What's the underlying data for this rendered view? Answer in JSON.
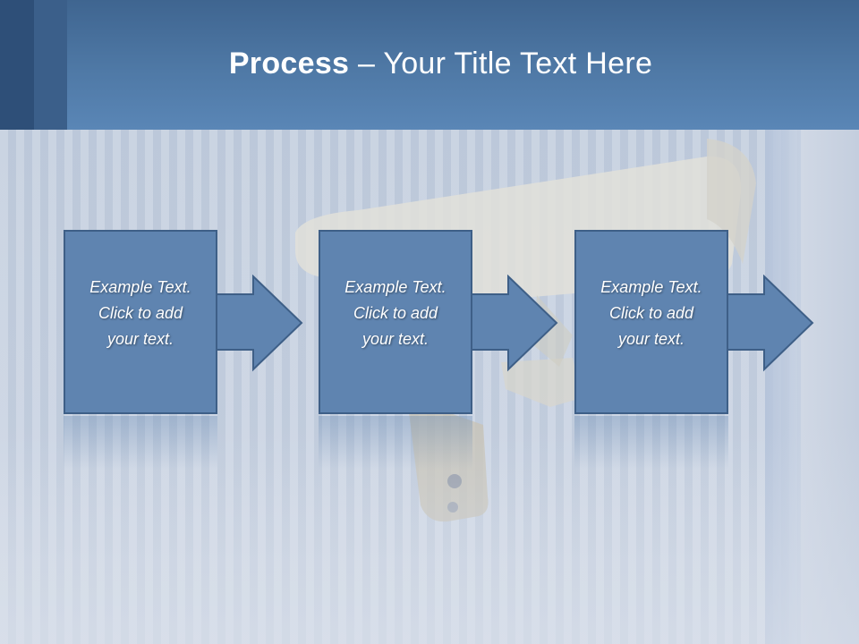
{
  "slide": {
    "title_bold": "Process",
    "title_rest": " – Your Title Text Here"
  },
  "steps": [
    {
      "line1": "Example Text.",
      "line2": "Click  to add",
      "line3": "your text."
    },
    {
      "line1": "Example Text.",
      "line2": "Click  to add",
      "line3": "your text."
    },
    {
      "line1": "Example Text.",
      "line2": "Click  to add",
      "line3": "your text."
    }
  ],
  "colors": {
    "header": "#4f79a6",
    "box_fill": "#5f84b0",
    "box_border": "#3e5f87",
    "background": "#c9d3e2"
  },
  "icons": [
    "right-arrow-icon",
    "security-camera-image"
  ]
}
